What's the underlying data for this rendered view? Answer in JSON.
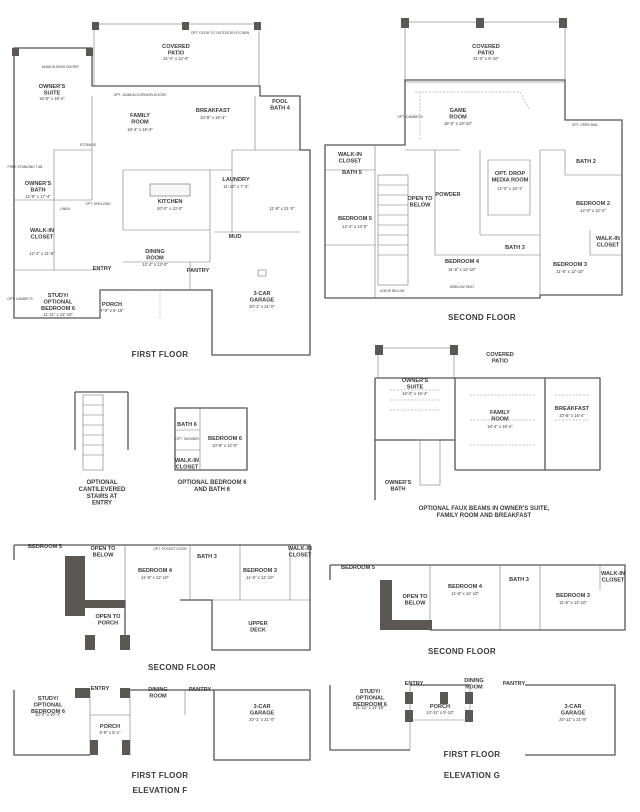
{
  "first_floor": {
    "caption": "FIRST FLOOR",
    "rooms": {
      "covered_patio": {
        "name": "COVERED\nPATIO",
        "dim": "31'-0\" x 12'-0\""
      },
      "opt_door": {
        "name": "OPT. DOOR TO OUTDOOR KITCHEN"
      },
      "owners_suite": {
        "name": "OWNER'S\nSUITE",
        "dim": "16'-0\" x 16'-4\""
      },
      "family_room": {
        "name": "FAMILY\nROOM",
        "dim": "18'-4\" x 16'-4\""
      },
      "breakfast": {
        "name": "BREAKFAST",
        "dim": "10'-8\" x 16'-4\""
      },
      "pool_bath": {
        "name": "POOL\nBATH 4"
      },
      "owners_bath": {
        "name": "OWNER'S\nBATH",
        "dim": "12'-8\" x 17'-4\""
      },
      "walk_in_closet": {
        "name": "WALK-IN\nCLOSET",
        "dim": "12'-4\" x 11'-8\""
      },
      "kitchen": {
        "name": "KITCHEN",
        "dim": "20'-0\" x 13'-0\""
      },
      "laundry": {
        "name": "LAUNDRY",
        "dim": "11'-10\" x 7'-3\""
      },
      "dining": {
        "name": "DINING\nROOM",
        "dim": "12'-4\" x 13'-0\""
      },
      "garage": {
        "name": "3-CAR\nGARAGE",
        "dim": "20'-1\" x 21'-0\""
      },
      "garage_dim2": {
        "dim": "11'-8\" x 21'-0\""
      },
      "study": {
        "name": "STUDY/\nOPTIONAL\nBEDROOM 6",
        "dim": "11'-11\" x 12'-10\""
      },
      "porch": {
        "name": "PORCH",
        "dim": "7'-0\" x 6'-10\""
      },
      "entry": {
        "name": "ENTRY"
      },
      "pantry": {
        "name": "PANTRY"
      },
      "mud": {
        "name": "MUD"
      },
      "storage": {
        "name": "STORAGE"
      },
      "linen": {
        "name": "LINEN"
      },
      "opt_cabinets": {
        "name": "OPT. CABINETS"
      },
      "slider": {
        "name": "16468 SLIDING DOORS"
      },
      "opt_slider": {
        "name": "OPT. 16468 ACCORDION DOORS"
      },
      "opt_freestanding_tub": {
        "name": "FREE STANDING TUB"
      },
      "opt_shelving": {
        "name": "OPT. SHELVING"
      }
    }
  },
  "second_floor": {
    "caption": "SECOND FLOOR",
    "rooms": {
      "covered_patio": {
        "name": "COVERED\nPATIO",
        "dim": "31'-0\" x 6'-10\""
      },
      "game_room": {
        "name": "GAME\nROOM",
        "dim": "19'-0\" x 19'-10\""
      },
      "media_room": {
        "name": "OPT. DROP\nMEDIA ROOM",
        "dim": "12'-0\" x 10'-1\""
      },
      "bath5": {
        "name": "BATH 5"
      },
      "walk_in_5": {
        "name": "WALK-IN\nCLOSET"
      },
      "bedroom5": {
        "name": "BEDROOM 5",
        "dim": "12'-4\" x 13'-0\""
      },
      "powder": {
        "name": "POWDER"
      },
      "open_below": {
        "name": "OPEN TO\nBELOW"
      },
      "bedroom4": {
        "name": "BEDROOM 4",
        "dim": "11'-8\" x 12'-10\""
      },
      "bath3": {
        "name": "BATH 3"
      },
      "bedroom3": {
        "name": "BEDROOM 3",
        "dim": "11'-6\" x 12'-10\""
      },
      "bath2": {
        "name": "BATH 2"
      },
      "bedroom2": {
        "name": "BEDROOM 2",
        "dim": "12'-0\" x 12'-2\""
      },
      "walk_in_2": {
        "name": "WALK-IN\nCLOSET"
      },
      "ledge": {
        "name": "LEDGE BELOW"
      },
      "window_seat": {
        "name": "WINDOW SEAT"
      },
      "opt_cabinets": {
        "name": "OPT. CABINETS"
      },
      "opt_open_rail": {
        "name": "OPT. OPEN RAIL"
      }
    }
  },
  "stairs_option": {
    "caption": "OPTIONAL\nCANTILEVERED\nSTAIRS AT\nENTRY"
  },
  "bedroom6_option": {
    "caption": "OPTIONAL BEDROOM 6\nAND BATH 6",
    "rooms": {
      "bath6": {
        "name": "BATH 6"
      },
      "bedroom6": {
        "name": "BEDROOM 6",
        "dim": "10'-8\" x 12'-0\""
      },
      "walk_in": {
        "name": "WALK-IN\nCLOSET"
      },
      "opt_shower": {
        "name": "OPT. SHOWER"
      }
    }
  },
  "faux_beams_option": {
    "caption": "OPTIONAL FAUX BEAMS IN OWNER'S SUITE,\nFAMILY ROOM AND BREAKFAST",
    "rooms": {
      "covered_patio": {
        "name": "COVERED\nPATIO"
      },
      "owners_suite": {
        "name": "OWNER'S\nSUITE",
        "dim": "16'-0\" x 16'-4\""
      },
      "family_room": {
        "name": "FAMILY\nROOM",
        "dim": "18'-4\" x 16'-4\""
      },
      "breakfast": {
        "name": "BREAKFAST",
        "dim": "10'-8\" x 16'-4\""
      },
      "owners_bath": {
        "name": "OWNER'S\nBATH"
      }
    }
  },
  "elev_f_second": {
    "caption": "SECOND FLOOR",
    "rooms": {
      "bedroom5": {
        "name": "BEDROOM 5"
      },
      "open_below": {
        "name": "OPEN TO\nBELOW"
      },
      "open_porch": {
        "name": "OPEN TO\nPORCH"
      },
      "bedroom4": {
        "name": "BEDROOM 4",
        "dim": "11'-8\" x 12'-10\""
      },
      "bath3": {
        "name": "BATH 3"
      },
      "bedroom3": {
        "name": "BEDROOM 3",
        "dim": "11'-6\" x 12'-10\""
      },
      "upper_deck": {
        "name": "UPPER\nDECK"
      },
      "walk_in": {
        "name": "WALK-IN\nCLOSET"
      },
      "opt_pocket_door": {
        "name": "OPT. POCKET DOOR"
      }
    }
  },
  "elev_g_second": {
    "caption": "SECOND FLOOR",
    "rooms": {
      "bedroom5": {
        "name": "BEDROOM 5"
      },
      "open_below": {
        "name": "OPEN TO\nBELOW"
      },
      "bedroom4": {
        "name": "BEDROOM 4",
        "dim": "11'-8\" x 12'-10\""
      },
      "bath3": {
        "name": "BATH 3"
      },
      "bedroom3": {
        "name": "BEDROOM 3",
        "dim": "11'-6\" x 12'-10\""
      },
      "walk_in": {
        "name": "WALK-IN\nCLOSET"
      }
    }
  },
  "elev_f_first": {
    "caption": "FIRST FLOOR",
    "elevation": "ELEVATION F",
    "rooms": {
      "study": {
        "name": "STUDY/\nOPTIONAL\nBEDROOM 6",
        "dim": "10'-0\" x 10'-1\""
      },
      "entry": {
        "name": "ENTRY"
      },
      "dining": {
        "name": "DINING\nROOM"
      },
      "pantry": {
        "name": "PANTRY"
      },
      "porch": {
        "name": "PORCH",
        "dim": "5'-8\" x 6'-1\""
      },
      "garage": {
        "name": "3-CAR\nGARAGE",
        "dim": "20'-1\" x 21'-0\""
      }
    }
  },
  "elev_g_first": {
    "caption": "FIRST FLOOR",
    "elevation": "ELEVATION G",
    "rooms": {
      "study": {
        "name": "STUDY/\nOPTIONAL\nBEDROOM 6",
        "dim": "11'-11\" x 11'-10\""
      },
      "entry": {
        "name": "ENTRY"
      },
      "dining": {
        "name": "DINING\nROOM"
      },
      "pantry": {
        "name": "PANTRY"
      },
      "porch": {
        "name": "PORCH",
        "dim": "13'-11\" x 5'-10\""
      },
      "garage": {
        "name": "3-CAR\nGARAGE",
        "dim": "20'-11\" x 21'-9\""
      }
    }
  }
}
